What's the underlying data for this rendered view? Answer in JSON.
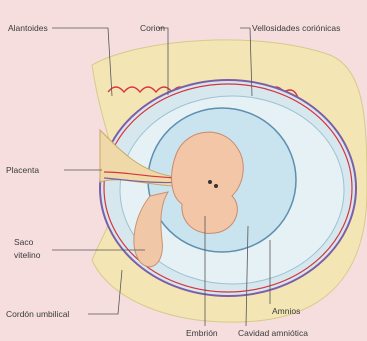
{
  "labels": {
    "alantoides": "Alantoides",
    "corion": "Corion",
    "vellosidades": "Vellosidades coriónicas",
    "placenta": "Placenta",
    "saco_vitelino_1": "Saco",
    "saco_vitelino_2": "vitelino",
    "cordon": "Cordón umbilical",
    "amnios": "Amnios",
    "embrion": "Embrión",
    "cavidad": "Cavidad amniótica"
  },
  "colors": {
    "background": "#f6dede",
    "uterine_wall": "#f3e6b4",
    "chorion_outer": "#d6e8ee",
    "chorion_line": "#7b5fa8",
    "red_vessel": "#d8333f",
    "amniotic_cavity": "#c9e3ef",
    "amnion_line": "#5b8fb0",
    "embryo": "#f4c6a8",
    "yolk_sac": "#f0c8a8"
  }
}
